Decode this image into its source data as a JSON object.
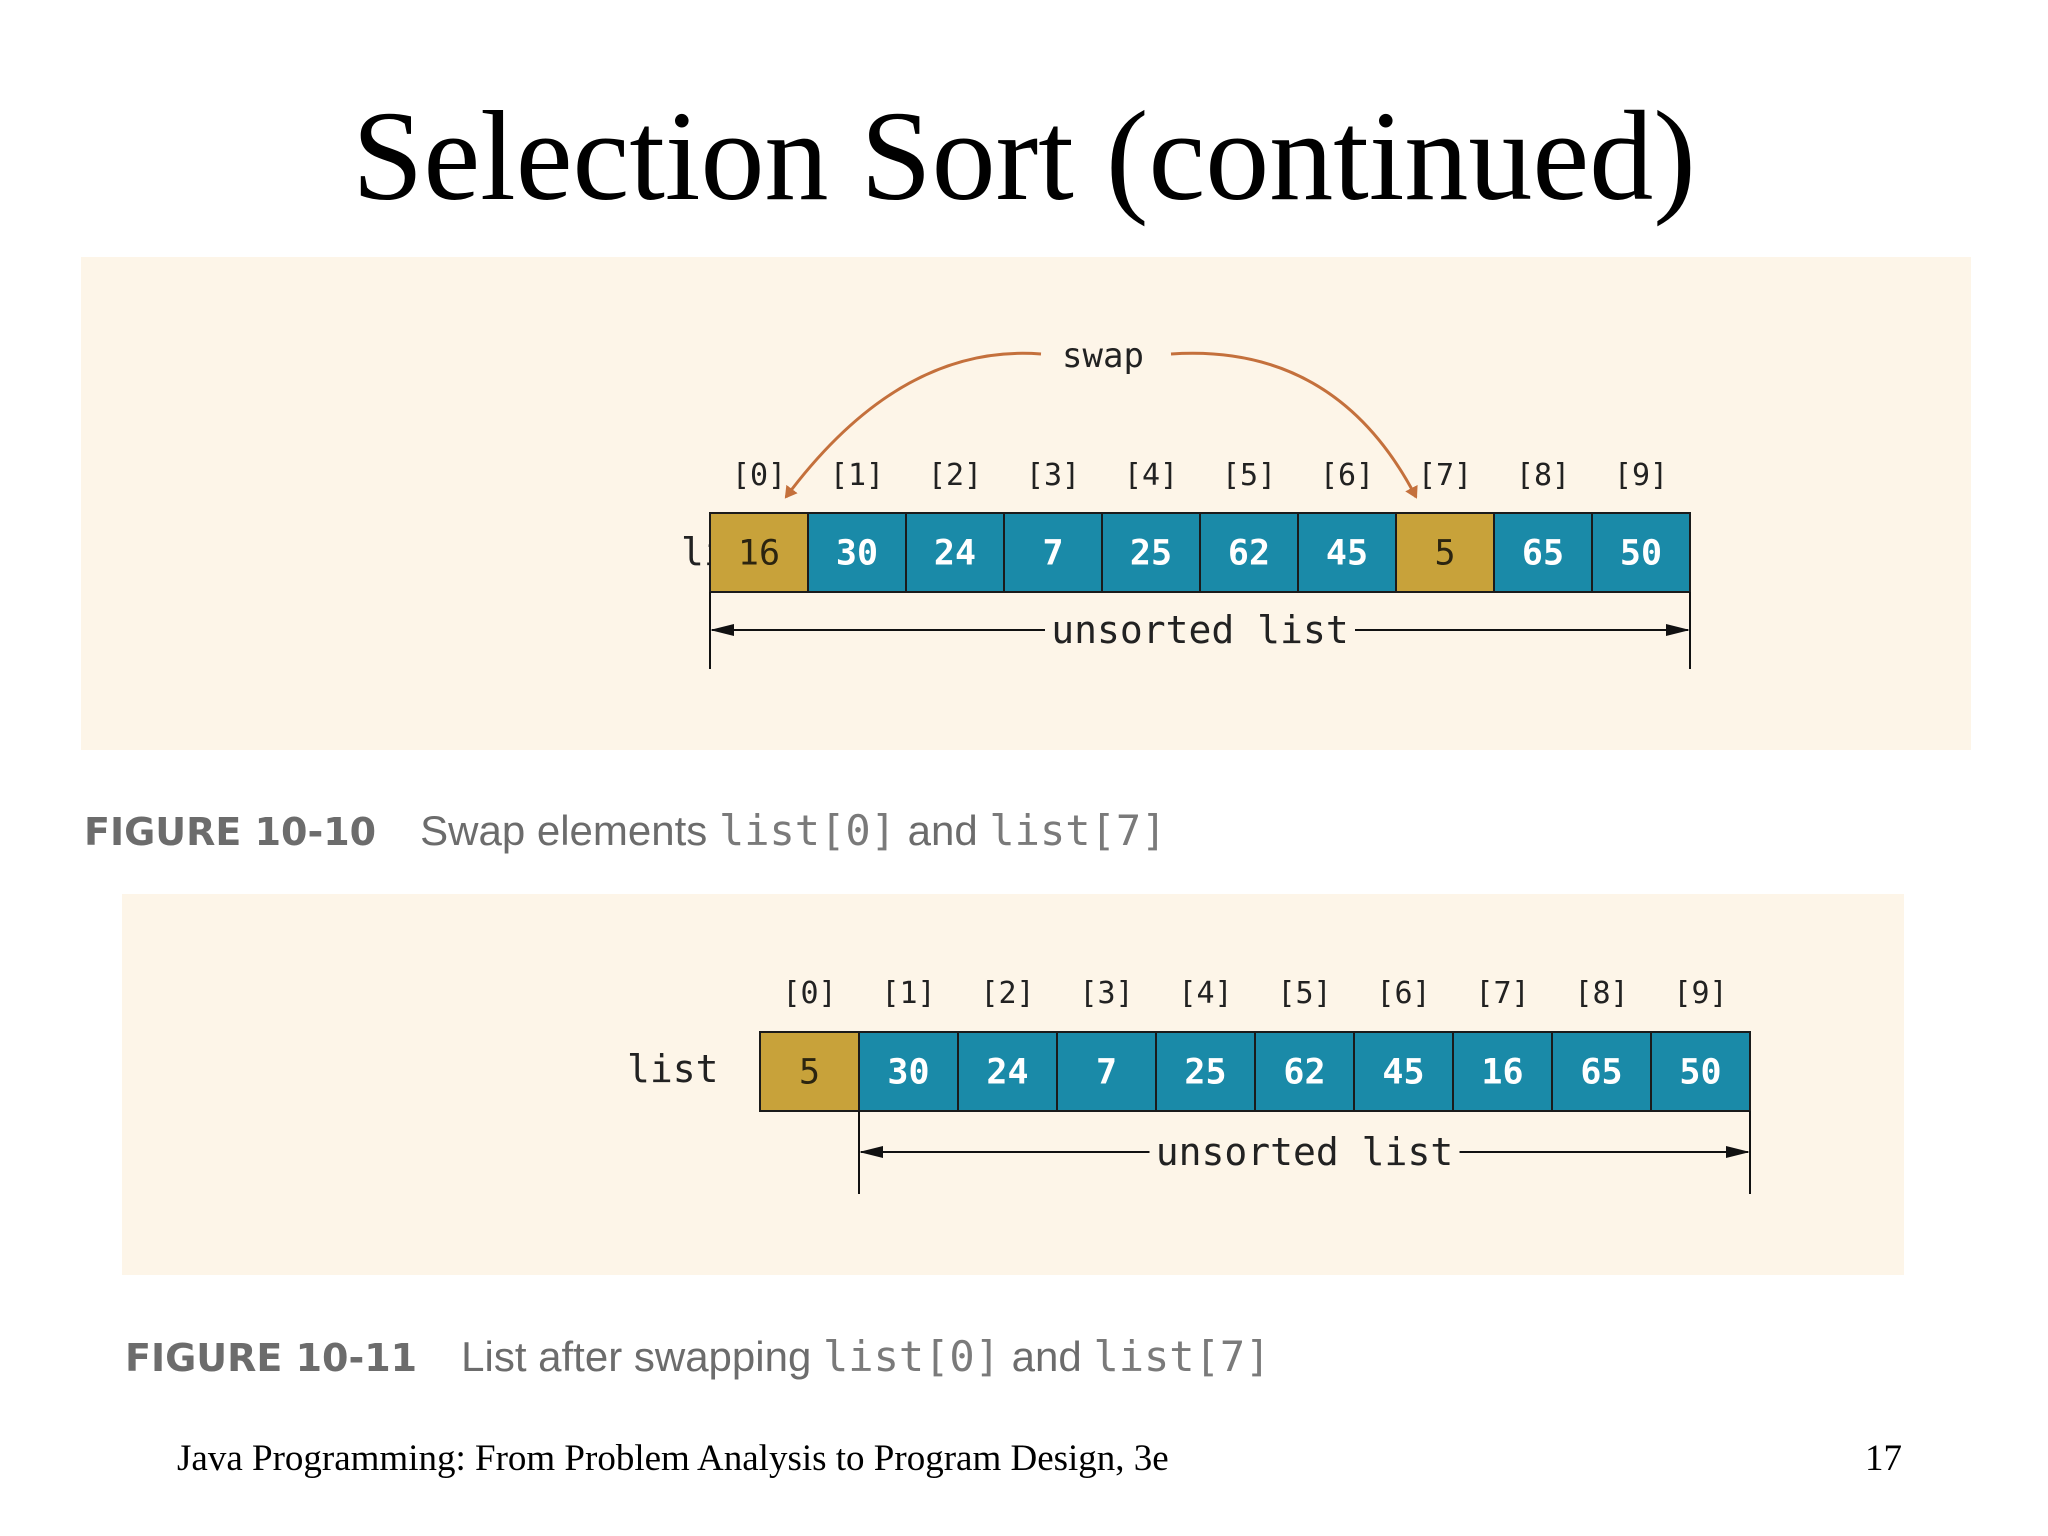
{
  "slide": {
    "title": "Selection Sort (continued)",
    "footer_left": "Java Programming: From Problem Analysis to Program Design, 3e",
    "page_number": "17"
  },
  "colors": {
    "panel_bg": "#fdf5e8",
    "cell_blue": "#1a8aa8",
    "cell_gold": "#c8a23a",
    "arrow": "#c4703c",
    "caption_text": "#6c6c6c"
  },
  "figures": [
    {
      "list_label": "list",
      "indices": [
        "[0]",
        "[1]",
        "[2]",
        "[3]",
        "[4]",
        "[5]",
        "[6]",
        "[7]",
        "[8]",
        "[9]"
      ],
      "values": [
        "16",
        "30",
        "24",
        "7",
        "25",
        "62",
        "45",
        "5",
        "65",
        "50"
      ],
      "highlighted": [
        0,
        7
      ],
      "range_label": "unsorted list",
      "range_start_index": 0,
      "swap_label": "swap",
      "swap_from": 0,
      "swap_to": 7,
      "caption": {
        "number": "FIGURE 10-10",
        "parts": [
          "Swap elements ",
          "list[0]",
          " and ",
          "list[7]"
        ]
      }
    },
    {
      "list_label": "list",
      "indices": [
        "[0]",
        "[1]",
        "[2]",
        "[3]",
        "[4]",
        "[5]",
        "[6]",
        "[7]",
        "[8]",
        "[9]"
      ],
      "values": [
        "5",
        "30",
        "24",
        "7",
        "25",
        "62",
        "45",
        "16",
        "65",
        "50"
      ],
      "highlighted": [
        0
      ],
      "range_label": "unsorted list",
      "range_start_index": 1,
      "caption": {
        "number": "FIGURE 10-11",
        "parts": [
          "List after swapping ",
          "list[0]",
          " and ",
          "list[7]"
        ]
      }
    }
  ]
}
